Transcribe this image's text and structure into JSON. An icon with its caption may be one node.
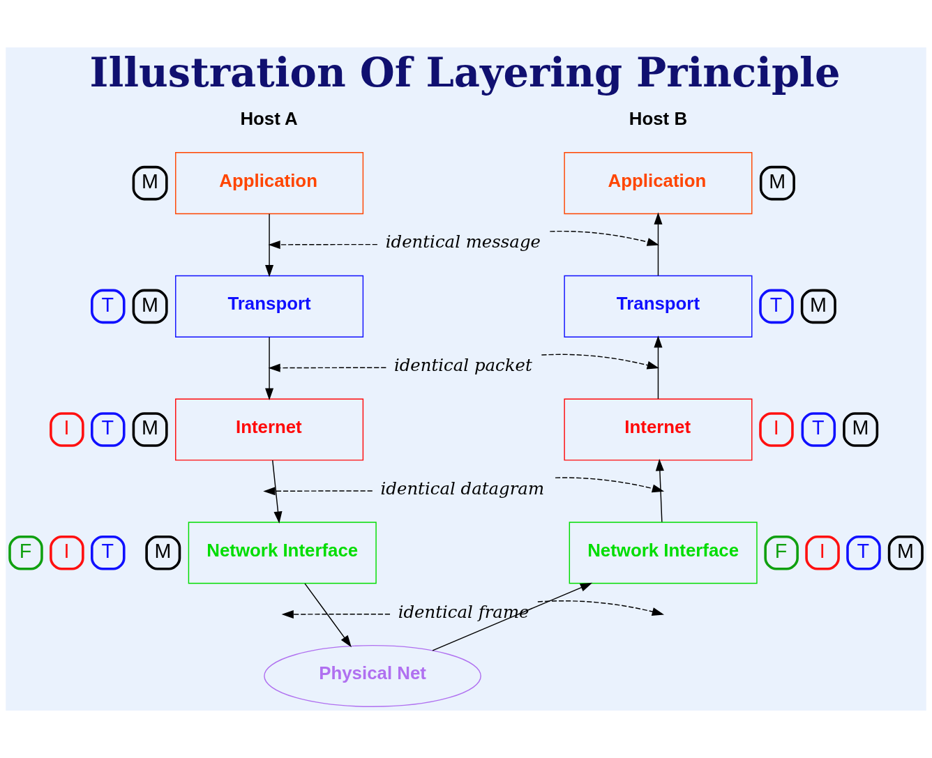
{
  "diagram": {
    "title": "Illustration Of Layering Principle",
    "nodes": [
      {
        "text": [
          "M"
        ]
      },
      {
        "text": [
          "Application"
        ]
      },
      {
        "text": [
          "Application"
        ]
      },
      {
        "text": [
          "M"
        ]
      },
      {
        "text": [
          "identical message"
        ]
      },
      {
        "text": [
          "T"
        ]
      },
      {
        "text": [
          "M"
        ]
      },
      {
        "text": [
          "Transport"
        ]
      },
      {
        "text": [
          "Transport"
        ]
      },
      {
        "text": [
          "T"
        ]
      },
      {
        "text": [
          "M"
        ]
      },
      {
        "text": [
          "identical packet"
        ]
      },
      {
        "text": [
          "I"
        ]
      },
      {
        "text": [
          "T"
        ]
      },
      {
        "text": [
          "M"
        ]
      },
      {
        "text": [
          "Internet"
        ]
      },
      {
        "text": [
          "Internet"
        ]
      },
      {
        "text": [
          "I"
        ]
      },
      {
        "text": [
          "T"
        ]
      },
      {
        "text": [
          "M"
        ]
      },
      {
        "text": [
          "identical datagram"
        ]
      },
      {
        "text": [
          "F"
        ]
      },
      {
        "text": [
          "I"
        ]
      },
      {
        "text": [
          "T"
        ]
      },
      {
        "text": [
          "M"
        ]
      },
      {
        "text": [
          "Network Interface"
        ]
      },
      {
        "text": [
          "Network Interface"
        ]
      },
      {
        "text": [
          "F"
        ]
      },
      {
        "text": [
          "I"
        ]
      },
      {
        "text": [
          "T"
        ]
      },
      {
        "text": [
          "M"
        ]
      },
      {
        "text": [
          "identical frame"
        ]
      },
      {
        "text": [
          "Physical Net"
        ]
      }
    ],
    "edges": [
      {
        "from": 1,
        "to": 7,
        "arrow": "to"
      },
      {
        "from": 7,
        "to": 15,
        "arrow": "to"
      },
      {
        "from": 15,
        "to": 25,
        "arrow": "to"
      },
      {
        "from": 25,
        "to": 32,
        "arrow": "to"
      },
      {
        "from": 32,
        "to": 26,
        "arrow": "to"
      },
      {
        "from": 26,
        "to": 16,
        "arrow": "to"
      },
      {
        "from": 16,
        "to": 8,
        "arrow": "to"
      },
      {
        "from": 8,
        "to": 2,
        "arrow": "to"
      },
      {
        "from": 4,
        "to": null,
        "arrow": "to",
        "style": "dashed"
      },
      {
        "from": 4,
        "to": null,
        "arrow": "to",
        "style": "dashed"
      },
      {
        "from": 11,
        "to": null,
        "arrow": "to",
        "style": "dashed"
      },
      {
        "from": 11,
        "to": null,
        "arrow": "to",
        "style": "dashed"
      },
      {
        "from": 20,
        "to": null,
        "arrow": "to",
        "style": "dashed"
      },
      {
        "from": 20,
        "to": null,
        "arrow": "to",
        "style": "dashed"
      },
      {
        "from": 31,
        "to": null,
        "arrow": "to",
        "style": "dashed"
      },
      {
        "from": 31,
        "to": null,
        "arrow": "to",
        "style": "dashed"
      }
    ],
    "labels": [
      "Host A",
      "Host B"
    ]
  }
}
